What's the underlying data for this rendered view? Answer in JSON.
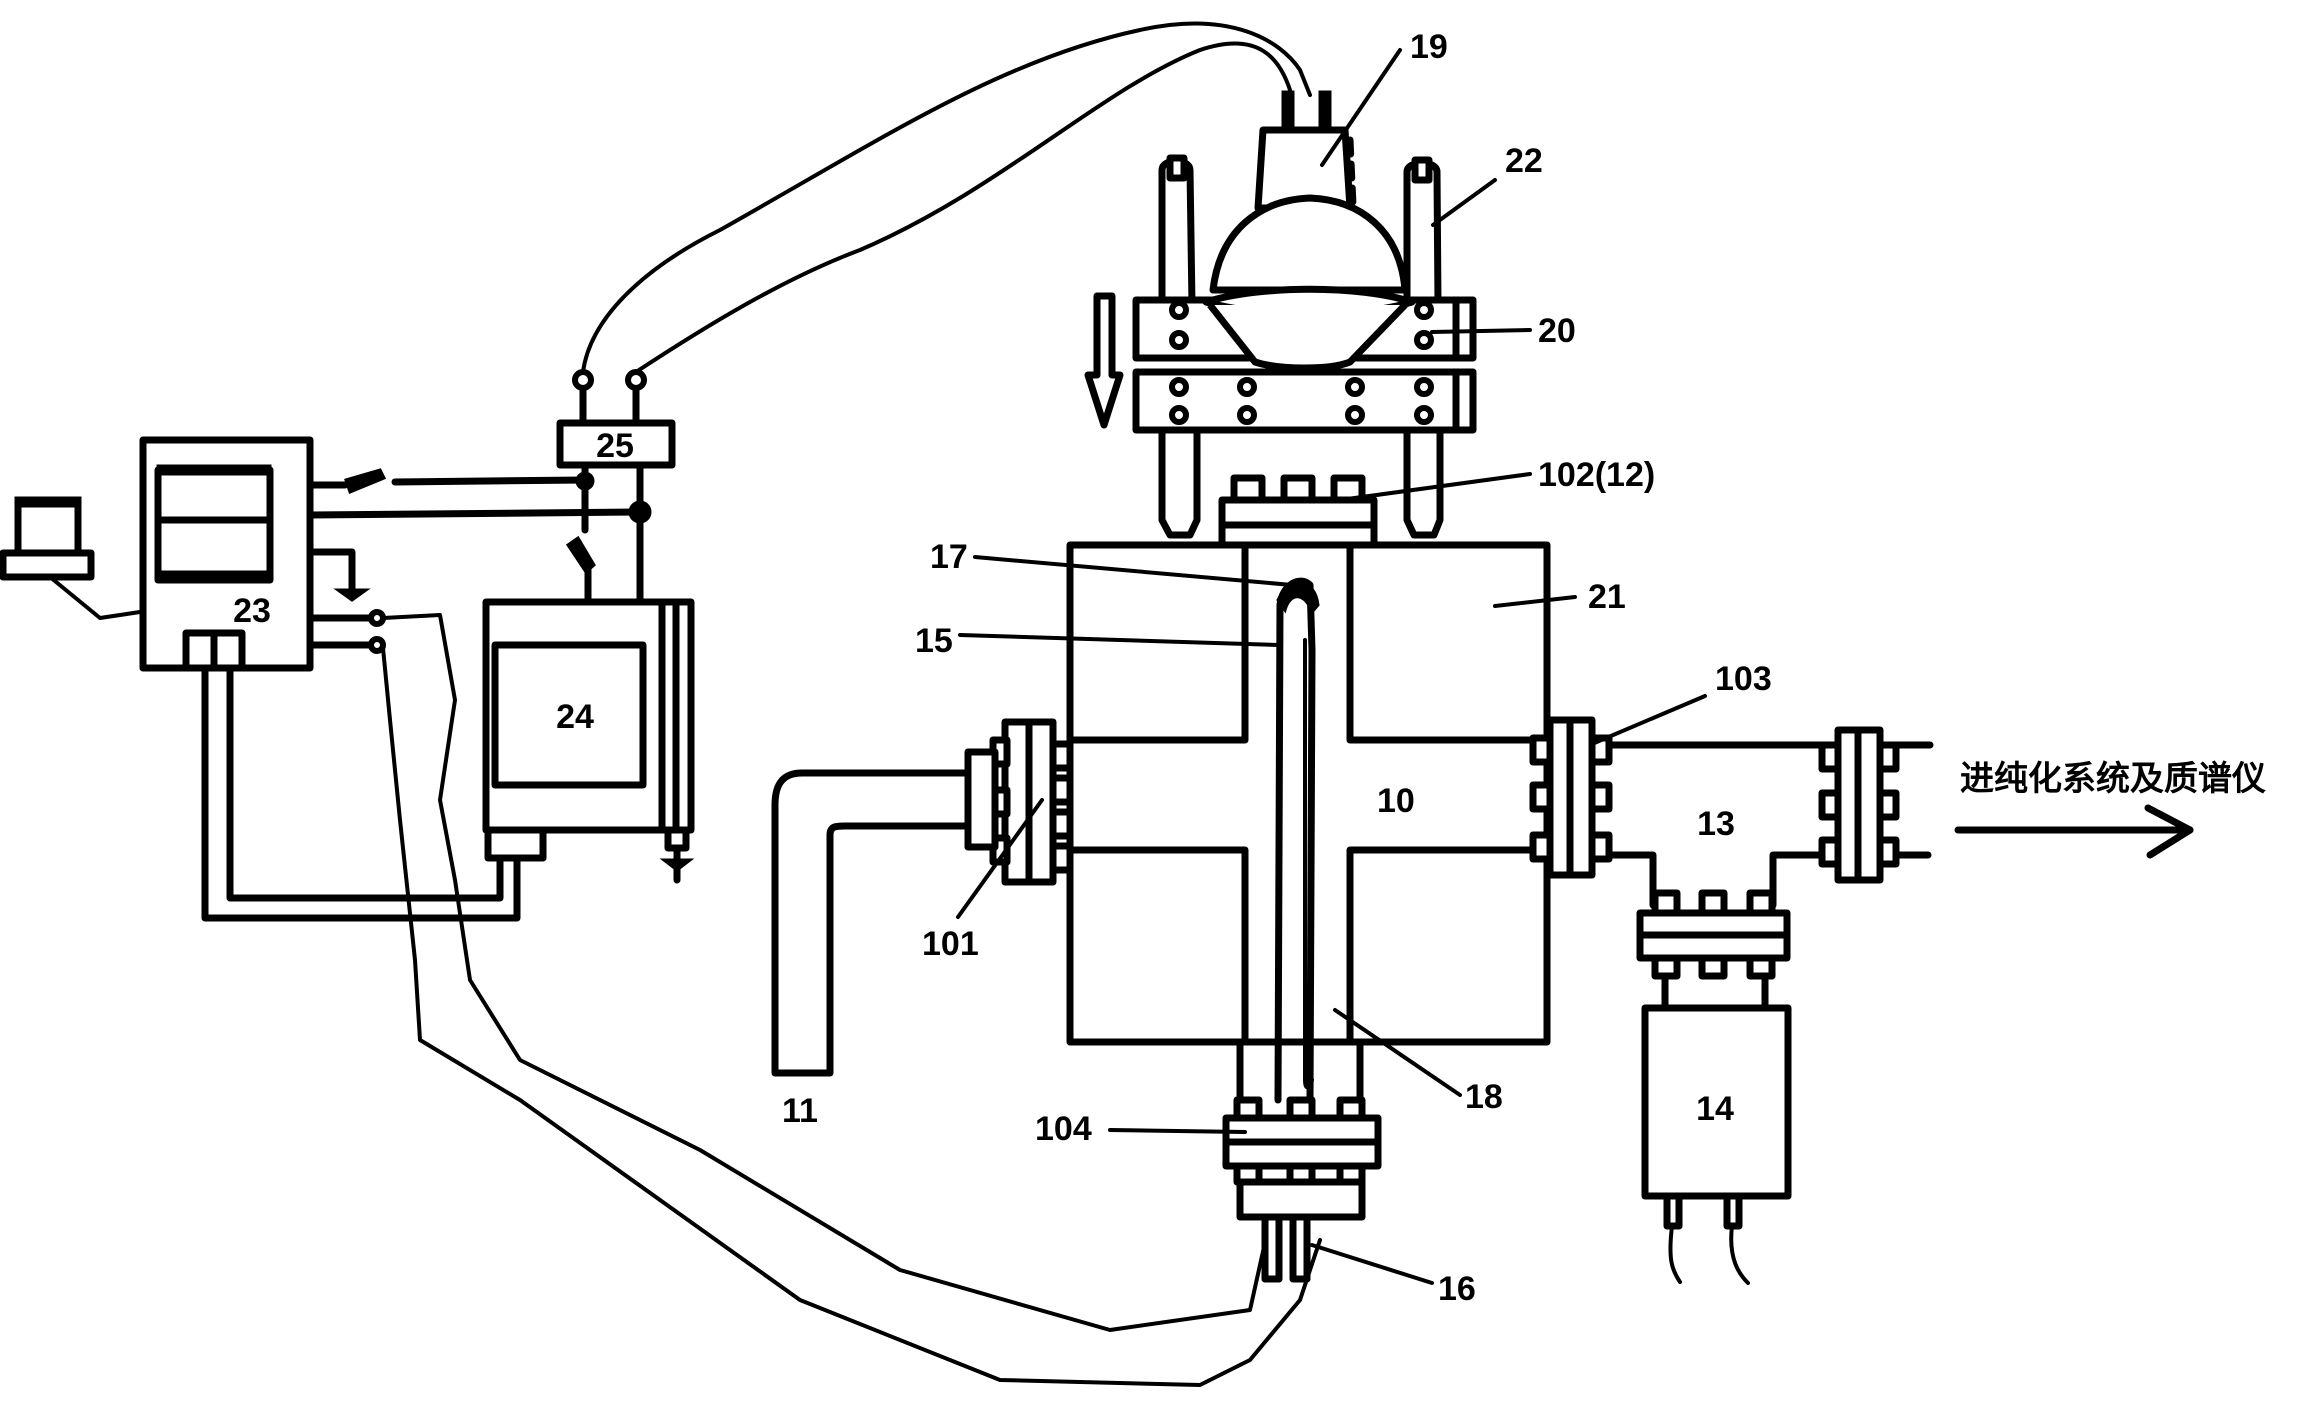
{
  "diagram": {
    "type": "apparatus-schematic",
    "labels": {
      "chamber": "10",
      "inlet_pipe": "11",
      "t_pipe": "13",
      "pump": "14",
      "inner_tube": "15",
      "bottom_connectors": "16",
      "tube_tip": "17",
      "thermocouple": "18",
      "motor": "19",
      "clamp": "20",
      "housing": "21",
      "guide_posts": "22",
      "controller": "23",
      "power_supply": "24",
      "relay": "25",
      "flange_left": "101",
      "flange_top": "102(12)",
      "flange_right": "103",
      "flange_bottom": "104"
    },
    "output_note": "进纯化系统及质谱仪"
  }
}
